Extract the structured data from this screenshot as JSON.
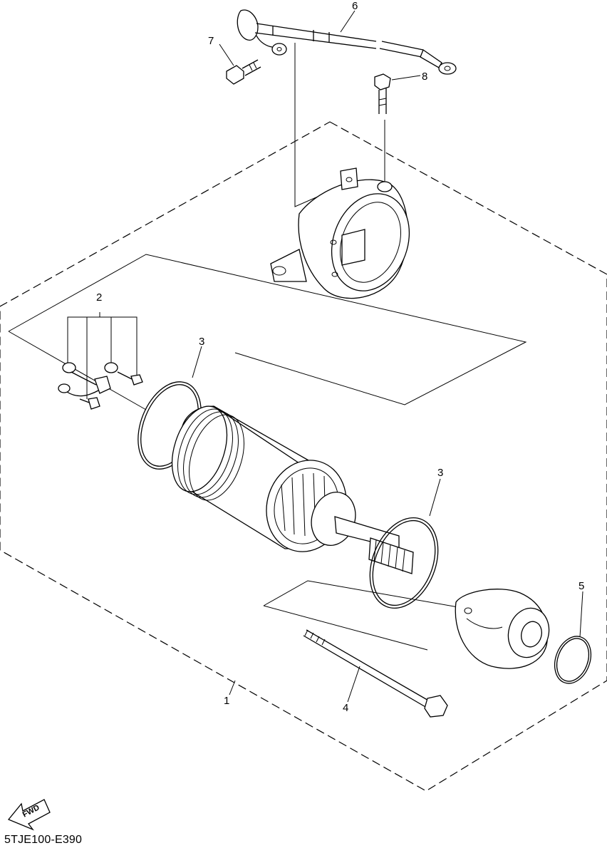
{
  "callouts": {
    "c1": "1",
    "c2": "2",
    "c3a": "3",
    "c3b": "3",
    "c4": "4",
    "c5": "5",
    "c6": "6",
    "c7": "7",
    "c8": "8"
  },
  "fwd_label": "FWD",
  "diagram_code": "5TJE100-E390"
}
